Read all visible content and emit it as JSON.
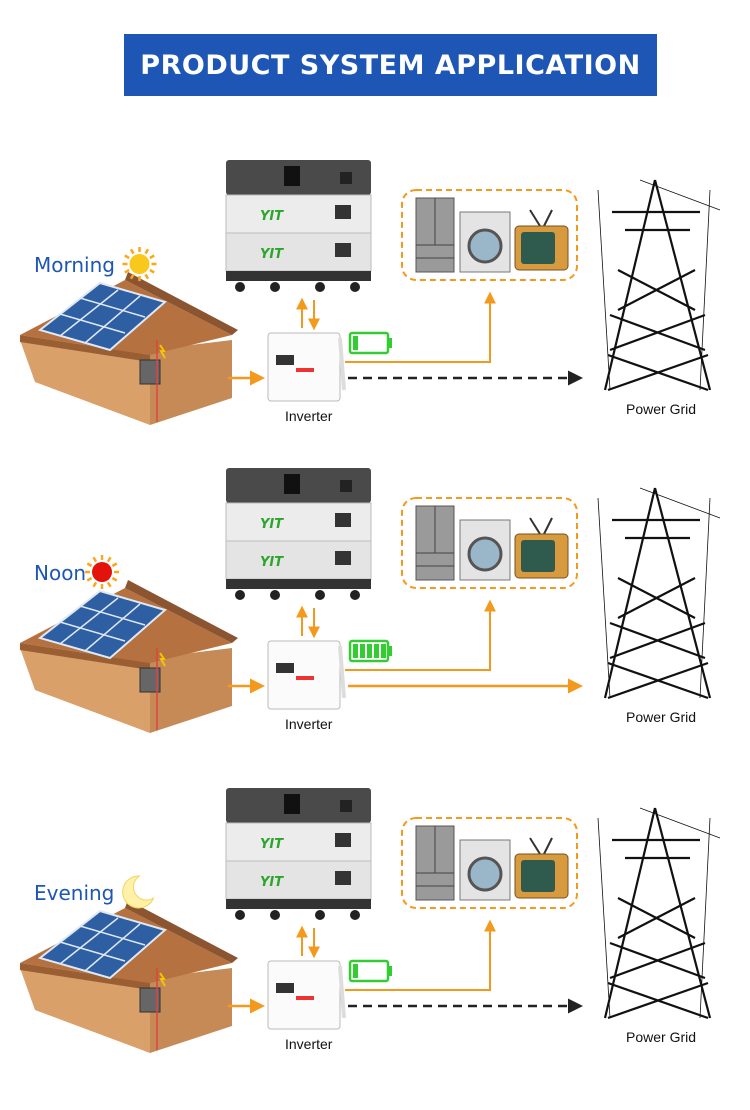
{
  "header": {
    "title": "PRODUCT SYSTEM APPLICATION"
  },
  "labels": {
    "inverter": "Inverter",
    "power_grid": "Power Grid",
    "brand": "YIT"
  },
  "colors": {
    "header_bg": "#1d56b4",
    "period_text": "#1d56b4",
    "flow_arrow": "#f39a1e",
    "battery_green": "#33cc33",
    "grid_arrow_dashed": "#222222"
  },
  "scenarios": [
    {
      "period": "Morning",
      "period_icon": "sun-icon",
      "battery_level": 0.25,
      "grid_flow": "dashed-arrow"
    },
    {
      "period": "Noon",
      "period_icon": "sun-icon",
      "battery_level": 1.0,
      "grid_flow": "solid-arrow"
    },
    {
      "period": "Evening",
      "period_icon": "moon-icon",
      "battery_level": 0.25,
      "grid_flow": "dashed-arrow"
    }
  ]
}
